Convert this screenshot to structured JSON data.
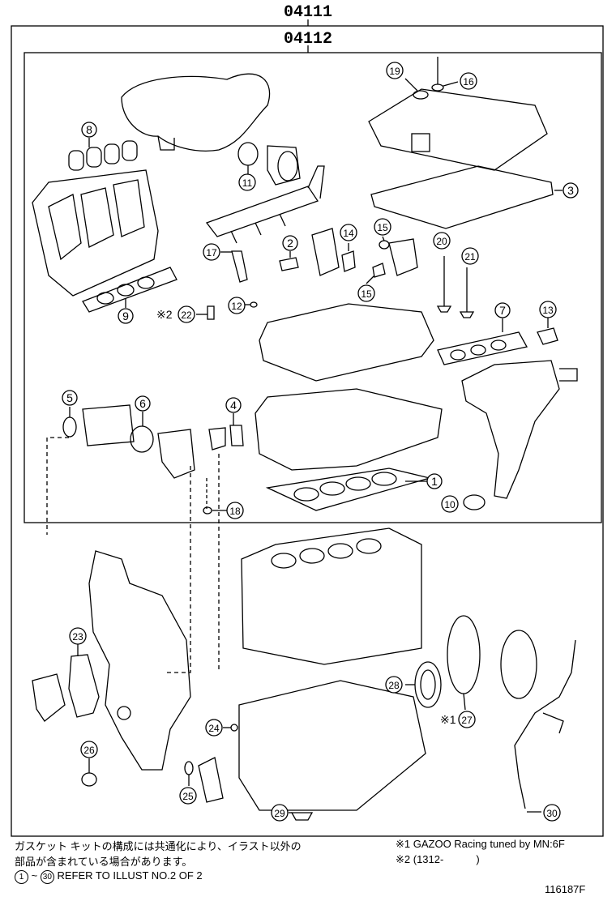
{
  "header": {
    "outer_kit": "04111",
    "inner_kit": "04112"
  },
  "callouts": [
    {
      "id": "c1",
      "label": "1"
    },
    {
      "id": "c2",
      "label": "2"
    },
    {
      "id": "c3",
      "label": "3"
    },
    {
      "id": "c4",
      "label": "4"
    },
    {
      "id": "c5",
      "label": "5"
    },
    {
      "id": "c6",
      "label": "6"
    },
    {
      "id": "c7",
      "label": "7"
    },
    {
      "id": "c8",
      "label": "8"
    },
    {
      "id": "c9",
      "label": "9"
    },
    {
      "id": "c10",
      "label": "10"
    },
    {
      "id": "c11",
      "label": "11"
    },
    {
      "id": "c12",
      "label": "12"
    },
    {
      "id": "c13",
      "label": "13"
    },
    {
      "id": "c14",
      "label": "14"
    },
    {
      "id": "c15a",
      "label": "15"
    },
    {
      "id": "c15b",
      "label": "15"
    },
    {
      "id": "c16",
      "label": "16"
    },
    {
      "id": "c17",
      "label": "17"
    },
    {
      "id": "c18",
      "label": "18"
    },
    {
      "id": "c19",
      "label": "19"
    },
    {
      "id": "c20",
      "label": "20"
    },
    {
      "id": "c21",
      "label": "21"
    },
    {
      "id": "c22",
      "label": "22"
    },
    {
      "id": "c23",
      "label": "23"
    },
    {
      "id": "c24",
      "label": "24"
    },
    {
      "id": "c25",
      "label": "25"
    },
    {
      "id": "c26",
      "label": "26"
    },
    {
      "id": "c27",
      "label": "27"
    },
    {
      "id": "c28",
      "label": "28"
    },
    {
      "id": "c29",
      "label": "29"
    },
    {
      "id": "c30",
      "label": "30"
    }
  ],
  "marks": {
    "mark_22": "※2",
    "mark_27": "※1"
  },
  "notes": {
    "jp_line1": "ガスケット キットの構成には共通化により、イラスト以外の",
    "jp_line2": "部品が含まれている場合があります。",
    "ref_from": "1",
    "ref_to": "30",
    "ref_text": "REFER TO ILLUST NO.2 OF 2",
    "footnote1": "※1 GAZOO Racing tuned by MN:6F",
    "footnote2": "※2 (1312-",
    "footnote2_close": ")"
  },
  "figure_id": "116187F"
}
